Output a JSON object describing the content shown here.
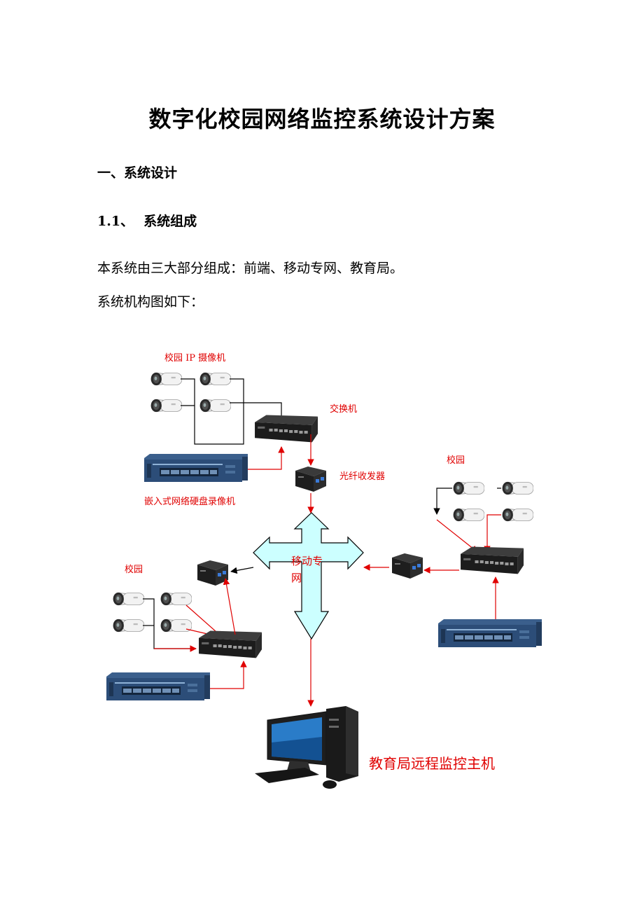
{
  "document": {
    "title": "数字化校园网络监控系统设计方案",
    "section1": "一、系统设计",
    "subsection_num": "1.1、",
    "subsection_title": "系统组成",
    "para1": "本系统由三大部分组成：前端、移动专网、教育局。",
    "para2": "系统机构图如下："
  },
  "diagram": {
    "cameras_label": "校园 IP 摄像机",
    "switch_label": "交换机",
    "transceiver_label": "光纤收发器",
    "nvr_label": "嵌入式网络硬盘录像机",
    "campus_right_label": "校园",
    "campus_left_label": "校园",
    "network_label_line1": "移动专",
    "network_label_line2": "网",
    "host_label": "教育局远程监控主机"
  },
  "colors": {
    "accent_red": "#e00000",
    "cross_fill": "#ccffff",
    "device_dark": "#1c1c1c",
    "nvr_blue": "#2c4d78"
  }
}
